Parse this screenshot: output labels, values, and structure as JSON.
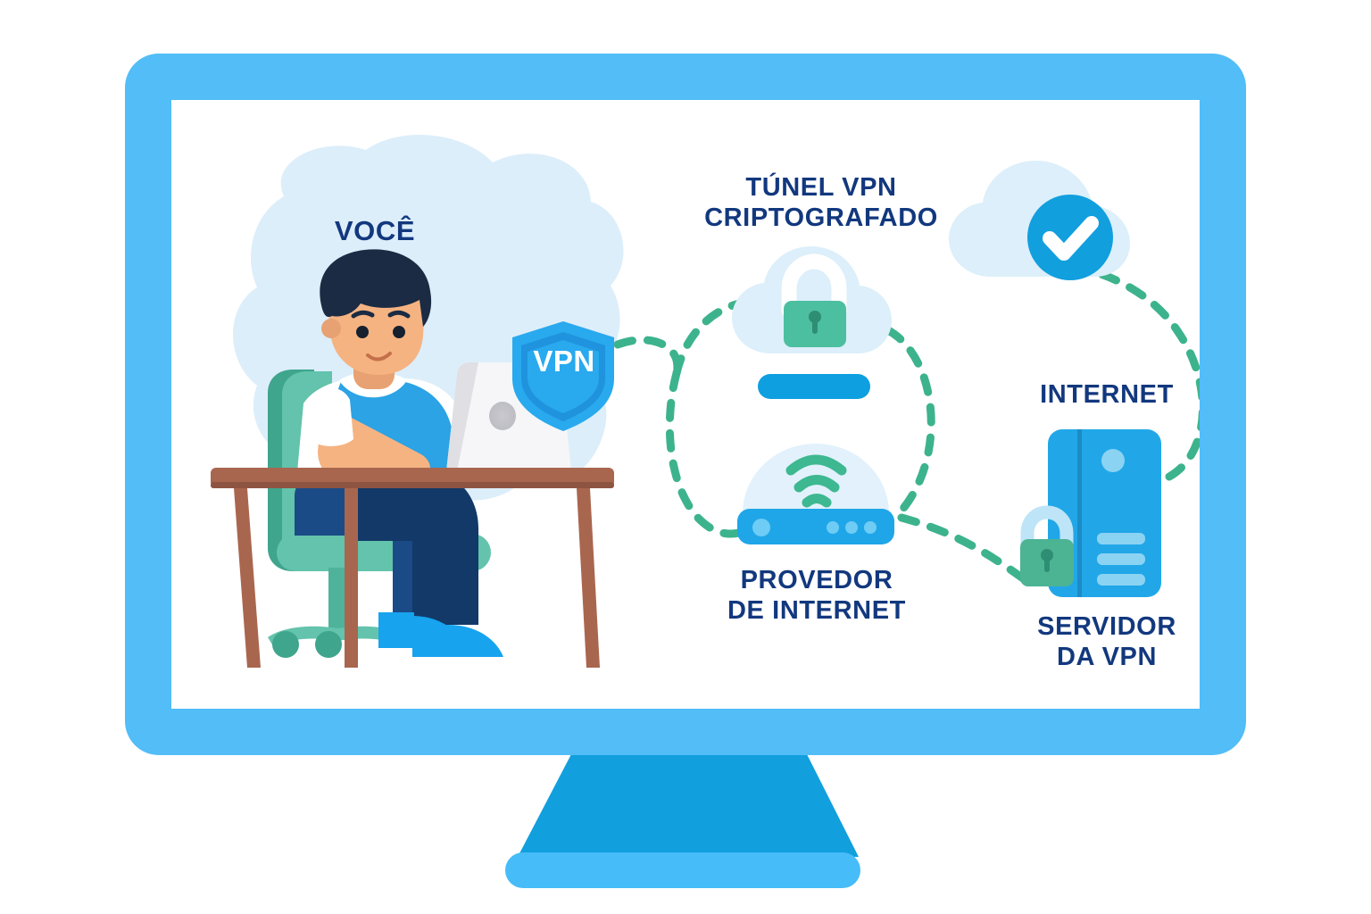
{
  "scene": {
    "title_text": "VPN encrypted tunnel diagram on a desktop monitor",
    "language": "pt-BR"
  },
  "monitor": {
    "bezel_color": "#52BDF7",
    "screen_color": "#FFFFFF",
    "stand_color": "#119FDE",
    "base_color": "#46BCF8"
  },
  "labels": {
    "you": "VOCÊ",
    "tunnel": "TÚNEL VPN\nCRIPTOGRAFADO",
    "provider": "PROVEDOR\nDE INTERNET",
    "internet": "INTERNET",
    "vpn_server": "SERVIDOR\nDA VPN",
    "text_color": "#12387E"
  },
  "badges": {
    "vpn_shield_label": "VPN",
    "vpn_shield_color": "#29A9EE",
    "vpn_shield_inner_color": "#1F93DD",
    "vpn_shield_text_color": "#FFFFFF"
  },
  "nodes": [
    {
      "id": "user",
      "name": "person-at-laptop",
      "label": "VOCÊ",
      "colors": {
        "hair": "#1B2B43",
        "skin": "#F5B382",
        "vest": "#2BA3E5",
        "shirt": "#FFFFFF",
        "pants": "#143A6B",
        "shoes": "#17A3EE",
        "chair": "#63C3AC",
        "desk": "#A9664F",
        "laptop": "#F4F4F6",
        "blob": "#DCEEFA"
      }
    },
    {
      "id": "encrypted-tunnel",
      "name": "cloud-with-lock",
      "label": "TÚNEL VPN CRIPTOGRAFADO",
      "colors": {
        "cloud": "#DCEFFA",
        "lock_body": "#4CBFA0",
        "lock_shackle": "#FFFFFF",
        "bar": "#0E9FE0"
      }
    },
    {
      "id": "isp",
      "name": "wifi-router",
      "label": "PROVEDOR DE INTERNET",
      "colors": {
        "dome": "#E2F1FB",
        "wifi": "#3DB890",
        "body": "#1FA6E8",
        "leds": "#6FCCF4"
      }
    },
    {
      "id": "internet-cloud",
      "name": "cloud-with-check",
      "label": "INTERNET",
      "colors": {
        "cloud": "#DCEFFA",
        "circle": "#119FDE",
        "check": "#FFFFFF"
      }
    },
    {
      "id": "vpn-server",
      "name": "server-tower-with-lock",
      "label": "SERVIDOR DA VPN",
      "colors": {
        "body": "#21A7E8",
        "divider": "#1C8BC6",
        "leds": "#8BD3F2",
        "lock_body": "#4CB393",
        "lock_shackle": "#BEE4F7"
      }
    }
  ],
  "connectors": {
    "style": "dashed",
    "color": "#3DB38D",
    "dash": "16 16",
    "width": 9,
    "paths": [
      {
        "from": "user",
        "to": "encrypted-tunnel"
      },
      {
        "from": "user",
        "to": "isp"
      },
      {
        "from": "encrypted-tunnel",
        "to": "isp"
      },
      {
        "from": "isp",
        "to": "vpn-server"
      },
      {
        "from": "vpn-server",
        "to": "internet-cloud"
      }
    ]
  }
}
